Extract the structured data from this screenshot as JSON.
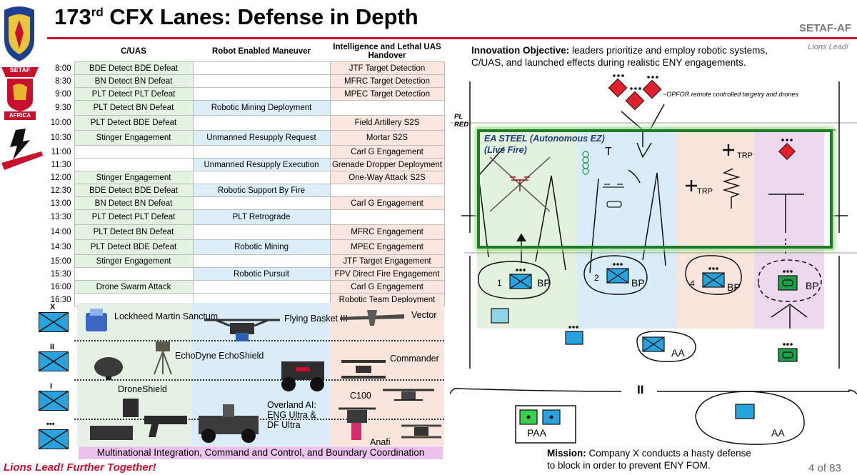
{
  "header": {
    "title_main": "173",
    "title_sup": "rd",
    "title_rest": " CFX Lanes: Defense in Depth",
    "brand": "SETAF-AF",
    "motto": "Lions Lead!"
  },
  "logos": {
    "setaf_text": "SETAF",
    "africa_text": "AFRICA"
  },
  "schedule": {
    "headers": [
      "C/UAS",
      "Robot Enabled Maneuver",
      "Intelligence and Lethal UAS Handover"
    ],
    "rows": [
      {
        "time": "8:00",
        "c1": "BDE Detect BDE Defeat",
        "c2": "",
        "c3": "JTF Target Detection"
      },
      {
        "time": "8:30",
        "c1": "BN Detect BN Defeat",
        "c2": "",
        "c3": "MFRC Target Detection"
      },
      {
        "time": "9:00",
        "c1": "PLT Detect PLT Defeat",
        "c2": "",
        "c3": "MPEC Target Detection"
      },
      {
        "time": "9:30",
        "c1": "PLT Detect BN Defeat",
        "c2": "Robotic Mining Deployment",
        "c3": ""
      },
      {
        "time": "10:00",
        "c1": "PLT Detect BDE Defeat",
        "c2": "",
        "c3": "Field Artillery S2S"
      },
      {
        "time": "10:30",
        "c1": "Stinger Engagement",
        "c2": "Unmanned Resupply Request",
        "c3": "Mortar S2S"
      },
      {
        "time": "11:00",
        "c1": "",
        "c2": "",
        "c3": "Carl G Engagement"
      },
      {
        "time": "11:30",
        "c1": "",
        "c2": "Unmanned Resupply Execution",
        "c3": "Grenade Dropper Deployment"
      },
      {
        "time": "12:00",
        "c1": "Stinger Engagement",
        "c2": "",
        "c3": "One-Way Attack S2S"
      },
      {
        "time": "12:30",
        "c1": "BDE Detect BDE Defeat",
        "c2": "Robotic Support By Fire",
        "c3": ""
      },
      {
        "time": "13:00",
        "c1": "BN Detect BN Defeat",
        "c2": "",
        "c3": "Carl G Engagement"
      },
      {
        "time": "13:30",
        "c1": "PLT Detect PLT Defeat",
        "c2": "PLT Retrograde",
        "c3": ""
      },
      {
        "time": "14:00",
        "c1": "PLT Detect BN Defeat",
        "c2": "",
        "c3": "MFRC Engagement"
      },
      {
        "time": "14:30",
        "c1": "PLT Detect BDE Defeat",
        "c2": "Robotic Mining",
        "c3": "MPEC Engagement"
      },
      {
        "time": "15:00",
        "c1": "Stinger Engagement",
        "c2": "",
        "c3": "JTF Target Engagement"
      },
      {
        "time": "15:30",
        "c1": "",
        "c2": "Robotic Pursuit",
        "c3": "FPV Direct Fire Engagement"
      },
      {
        "time": "16:00",
        "c1": "Drone Swarm Attack",
        "c2": "",
        "c3": "Carl G Engagement"
      },
      {
        "time": "16:30",
        "c1": "",
        "c2": "",
        "c3": "Robotic Team Deployment"
      }
    ]
  },
  "systems": {
    "echelons": [
      "X",
      "II",
      "I",
      "•••"
    ],
    "cuas": [
      "Lockheed Martin Sanctum",
      "EchoDyne EchoShield",
      "DroneShield"
    ],
    "robots": [
      "Flying Basket III",
      "Overland AI: ENG Ultra & DF Ultra"
    ],
    "uas": [
      "Vector",
      "Commander",
      "C100",
      "Anafi"
    ],
    "banner": "Multinational Integration, Command and Control, and Boundary Coordination"
  },
  "objective": {
    "label": "Innovation Objective:",
    "text": " leaders prioritize and employ robotic systems, C/UAS, and launched effects during realistic ENY engagements."
  },
  "map": {
    "opfor_note": "~OPFOR remote controlled targetry and drones",
    "pl_label": "PL",
    "pl_name": "RED",
    "ez_title": "EA STEEL (Autonomous EZ)",
    "ez_sub": "(Live Fire)",
    "trp": "TRP",
    "bp": "BP",
    "bp_numbers": [
      "1",
      "2",
      "4"
    ],
    "aa": "AA",
    "paa": "PAA",
    "boundary": "II",
    "t_mark": "T"
  },
  "mission": {
    "label": "Mission:",
    "text": " Company X conducts a hasty defense to block in order to prevent ENY FOM."
  },
  "footer": {
    "tagline": "Lions Lead! Further Together!",
    "page": "4 of 83"
  },
  "colors": {
    "accent_red": "#c8102e",
    "friendly_blue": "#29a3dd",
    "enemy_red": "#e0202a",
    "ez_green": "#1c7c2a"
  }
}
